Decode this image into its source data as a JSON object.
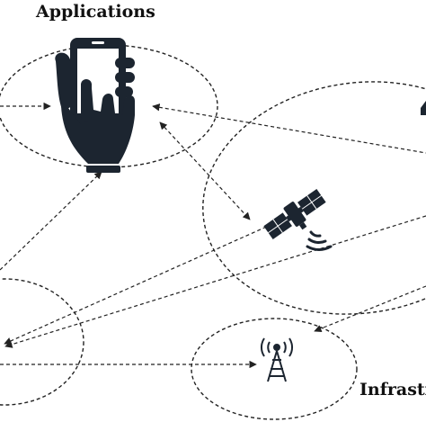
{
  "diagram": {
    "labels": {
      "applications": "Applications",
      "infrastructure": "Infrastru"
    },
    "nodes": [
      {
        "name": "applications-cluster",
        "icon": "hand-smartphone-icon"
      },
      {
        "name": "satellite-cluster",
        "icon": "satellite-icon"
      },
      {
        "name": "left-cluster",
        "icon": ""
      },
      {
        "name": "infrastructure-cluster",
        "icon": "cell-tower-icon"
      }
    ],
    "colors": {
      "stroke": "#222222",
      "icon": "#1c2530"
    }
  }
}
